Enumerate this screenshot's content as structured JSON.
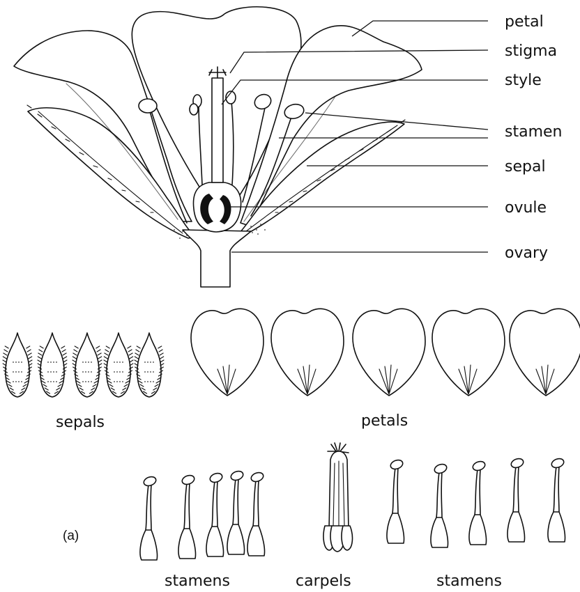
{
  "flower_labels": {
    "petal": "petal",
    "stigma": "stigma",
    "style": "style",
    "stamen": "stamen",
    "sepal": "sepal",
    "ovule": "ovule",
    "ovary": "ovary"
  },
  "parts_labels": {
    "sepals": "sepals",
    "petals": "petals",
    "stamens_left": "stamens",
    "carpels": "carpels",
    "stamens_right": "stamens",
    "figure_tag": "(a)"
  }
}
